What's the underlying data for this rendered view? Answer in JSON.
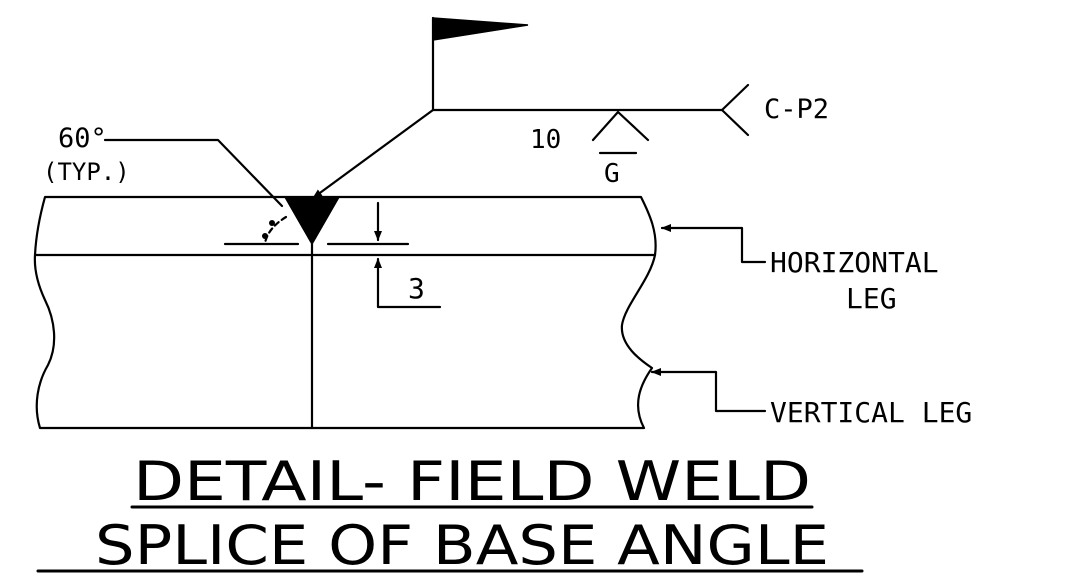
{
  "angle": {
    "value": "60°",
    "note": "(TYP.)"
  },
  "weld_symbol": {
    "size": "10",
    "finish": "G",
    "tail_ref": "C-P2"
  },
  "dimension": {
    "depth": "3"
  },
  "labels": {
    "horizontal_leg_line1": "HORIZONTAL",
    "horizontal_leg_line2": "LEG",
    "vertical_leg": "VERTICAL LEG"
  },
  "title": {
    "line1": "DETAIL- FIELD WELD",
    "line2": "SPLICE OF BASE ANGLE"
  }
}
